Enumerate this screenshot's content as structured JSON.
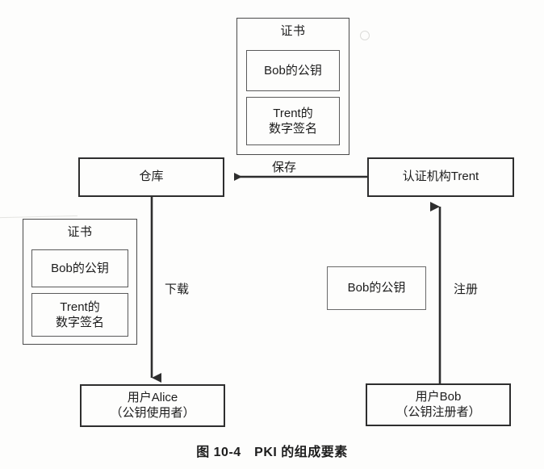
{
  "figure": {
    "caption": "图 10-4　PKI 的组成要素",
    "line_color": "#2e2e2e",
    "background": "#fdfdfc"
  },
  "certificate_top": {
    "title": "证书",
    "fields": [
      {
        "label": "Bob的公钥"
      },
      {
        "label_line1": "Trent的",
        "label_line2": "数字签名"
      }
    ]
  },
  "certificate_bottom": {
    "title": "证书",
    "fields": [
      {
        "label": "Bob的公钥"
      },
      {
        "label_line1": "Trent的",
        "label_line2": "数字签名"
      }
    ]
  },
  "nodes": {
    "repository": {
      "label": "仓库"
    },
    "ca": {
      "label": "认证机构Trent"
    },
    "alice": {
      "line1": "用户Alice",
      "line2": "（公钥使用者）"
    },
    "bob": {
      "line1": "用户Bob",
      "line2": "（公钥注册者）"
    }
  },
  "loose_key": {
    "label": "Bob的公钥"
  },
  "edges": {
    "save": {
      "label": "保存"
    },
    "download": {
      "label": "下载"
    },
    "register": {
      "label": "注册"
    }
  }
}
